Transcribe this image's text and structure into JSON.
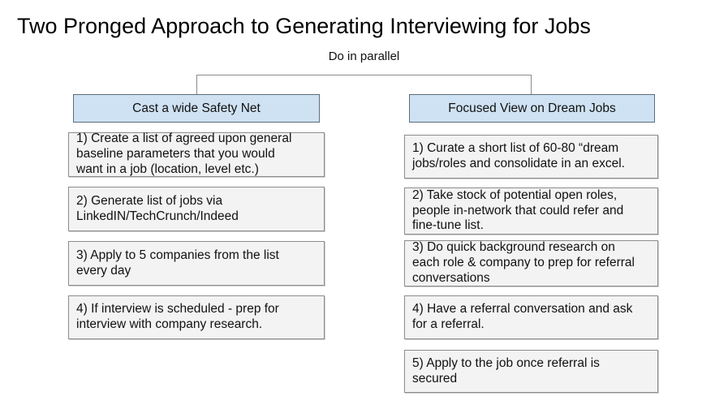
{
  "title": "Two Pronged Approach to Generating Interviewing for Jobs",
  "parallel_label": "Do in parallel",
  "columns": [
    {
      "header": "Cast a wide Safety Net",
      "steps": [
        "1) Create a list of agreed upon general\nbaseline parameters that you would\nwant in a job (location, level etc.)",
        "2) Generate list of jobs via\nLinkedIN/TechCrunch/Indeed",
        "3) Apply to 5 companies from the list\nevery day",
        "4) If interview is scheduled - prep for\ninterview with company research."
      ]
    },
    {
      "header": "Focused View on Dream Jobs",
      "steps": [
        "1) Curate a short list of 60-80 “dream\njobs/roles and consolidate in an excel.",
        "2) Take stock of potential open roles,\npeople in-network that could refer and\nfine-tune list.",
        "3) Do quick background research on\neach role & company to prep for referral\nconversations",
        "4) Have a referral conversation and ask\nfor a referral.",
        "5) Apply to the job once referral is\nsecured"
      ]
    }
  ],
  "colors": {
    "header_fill": "#cfe2f3",
    "header_border": "#5d6b7a",
    "step_fill": "#f3f3f3",
    "step_border": "#8c8c8c",
    "connector": "#8a8a8a"
  }
}
